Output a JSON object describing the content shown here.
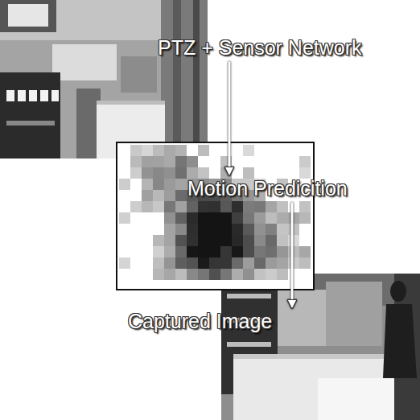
{
  "diagram": {
    "nodes": [
      {
        "text": [
          "PTZ + Sensor Network"
        ]
      },
      {
        "text": [
          "Motion Predicition"
        ]
      },
      {
        "text": [
          "Captured Image"
        ]
      }
    ],
    "edges": [
      {
        "from": 0,
        "to": 1,
        "arrow": "to"
      },
      {
        "from": 1,
        "to": 2,
        "arrow": "to"
      }
    ]
  }
}
